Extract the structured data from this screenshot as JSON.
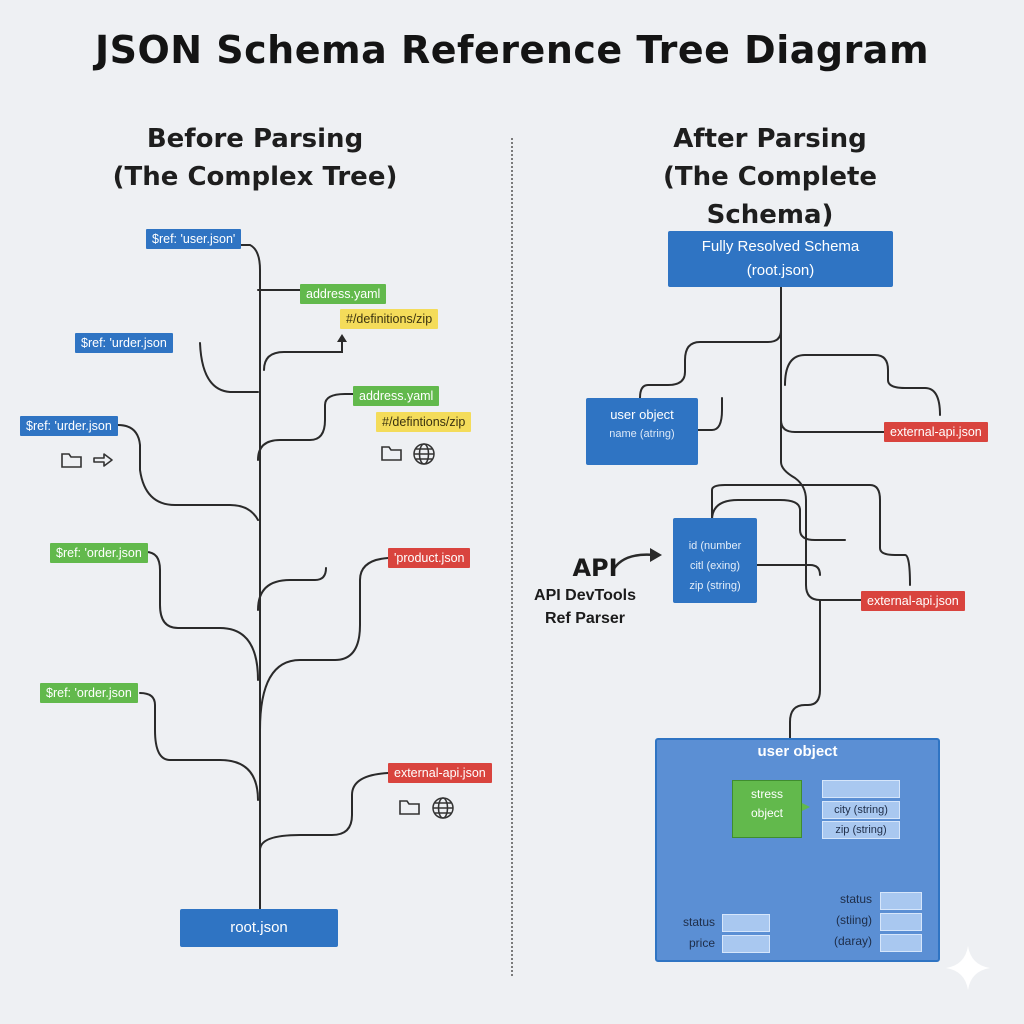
{
  "title": "JSON Schema Reference Tree Diagram",
  "left": {
    "heading_line1": "Before Parsing",
    "heading_line2": "(The Complex Tree)",
    "tags": {
      "ref_user": "$ref: 'user.json'",
      "address_yaml_1": "address.yaml",
      "definitions_zip_1": "#/definitions/zip",
      "ref_urder_1": "$ref: 'urder.json",
      "address_yaml_2": "address.yaml",
      "definitions_zip_2": "#/defintions/zip",
      "ref_urder_2": "$ref: 'urder.json",
      "ref_order_1": "$ref: 'order.json",
      "product_json": "'product.json",
      "ref_order_2": "$ref: 'order.json",
      "external_api": "external-api.json"
    },
    "root": "root.json"
  },
  "right": {
    "heading_line1": "After Parsing",
    "heading_line2": "(The Complete Schema)",
    "resolved_line1": "Fully Resolved Schema",
    "resolved_line2": "(root.json)",
    "user_object_title": "user object",
    "user_object_field": "name (atring)",
    "external_api_1": "external-api.json",
    "middle_fields": [
      "id (number",
      "citl (exing)",
      "zip (string)"
    ],
    "external_api_2": "external-api.json",
    "parser_big": "API",
    "parser_line1": "API DevTools",
    "parser_line2": "Ref Parser",
    "panel_title": "user object",
    "green_line1": "stress",
    "green_line2": "object",
    "city_field": "city (string)",
    "zip_field": "zip (string)",
    "status_right": "status",
    "stiing_right": "(stiing)",
    "daray_right": "(daray)",
    "status_left": "status",
    "price_left": "price"
  },
  "colors": {
    "blue": "#2f74c3",
    "green": "#62b94c",
    "yellow": "#f4dc5a",
    "red": "#d9443e"
  },
  "icons": [
    "folder-icon",
    "arrow-icon",
    "globe-icon",
    "sparkle-icon"
  ]
}
